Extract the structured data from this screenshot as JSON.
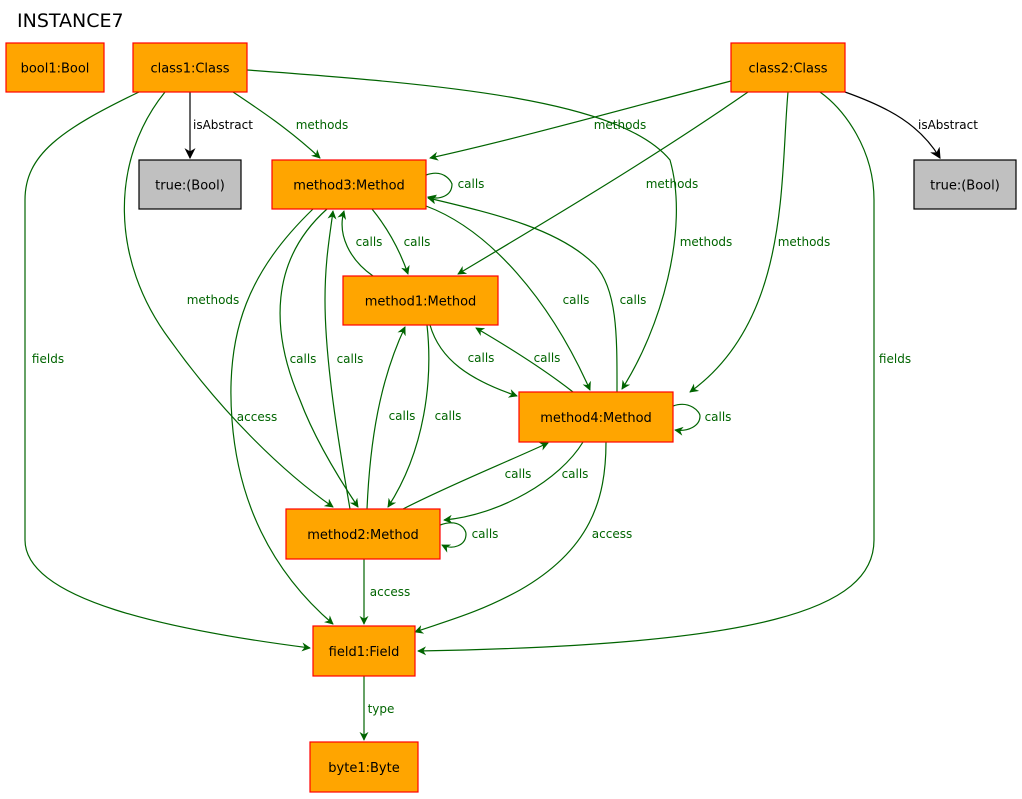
{
  "title": "INSTANCE7",
  "colors": {
    "object_fill": "#ffa500",
    "object_stroke": "#ff0000",
    "value_fill": "#c0c0c0",
    "value_stroke": "#000000",
    "edge": "#006400",
    "edge_black": "#000000"
  },
  "nodes": [
    {
      "id": "bool1",
      "label": "bool1:Bool",
      "kind": "object"
    },
    {
      "id": "class1",
      "label": "class1:Class",
      "kind": "object"
    },
    {
      "id": "class2",
      "label": "class2:Class",
      "kind": "object"
    },
    {
      "id": "true1",
      "label": "true:(Bool)",
      "kind": "value"
    },
    {
      "id": "true2",
      "label": "true:(Bool)",
      "kind": "value"
    },
    {
      "id": "method3",
      "label": "method3:Method",
      "kind": "object"
    },
    {
      "id": "method1",
      "label": "method1:Method",
      "kind": "object"
    },
    {
      "id": "method4",
      "label": "method4:Method",
      "kind": "object"
    },
    {
      "id": "method2",
      "label": "method2:Method",
      "kind": "object"
    },
    {
      "id": "field1",
      "label": "field1:Field",
      "kind": "object"
    },
    {
      "id": "byte1",
      "label": "byte1:Byte",
      "kind": "object"
    }
  ],
  "edges": [
    {
      "id": "e1",
      "from": "class1",
      "to": "true1",
      "label": "isAbstract",
      "color": "black"
    },
    {
      "id": "e2",
      "from": "class2",
      "to": "true2",
      "label": "isAbstract",
      "color": "black"
    },
    {
      "id": "e3",
      "from": "class1",
      "to": "method3",
      "label": "methods"
    },
    {
      "id": "e4",
      "from": "class2",
      "to": "method3",
      "label": "methods"
    },
    {
      "id": "e5",
      "from": "class2",
      "to": "method1",
      "label": "methods"
    },
    {
      "id": "e6",
      "from": "class1",
      "to": "method4",
      "label": "methods"
    },
    {
      "id": "e7",
      "from": "class2",
      "to": "method4",
      "label": "methods"
    },
    {
      "id": "e8",
      "from": "class1",
      "to": "method2",
      "label": "methods"
    },
    {
      "id": "e9",
      "from": "class1",
      "to": "field1",
      "label": "fields"
    },
    {
      "id": "e10",
      "from": "class2",
      "to": "field1",
      "label": "fields"
    },
    {
      "id": "e11",
      "from": "method3",
      "to": "method3",
      "label": "calls"
    },
    {
      "id": "e12",
      "from": "method1",
      "to": "method3",
      "label": "calls"
    },
    {
      "id": "e13",
      "from": "method3",
      "to": "method1",
      "label": "calls"
    },
    {
      "id": "e14",
      "from": "method3",
      "to": "method4",
      "label": "calls"
    },
    {
      "id": "e15",
      "from": "method4",
      "to": "method3",
      "label": "calls"
    },
    {
      "id": "e16",
      "from": "method1",
      "to": "method4",
      "label": "calls"
    },
    {
      "id": "e17",
      "from": "method4",
      "to": "method1",
      "label": "calls"
    },
    {
      "id": "e18",
      "from": "method4",
      "to": "method4",
      "label": "calls"
    },
    {
      "id": "e19",
      "from": "method2",
      "to": "method3",
      "label": "calls"
    },
    {
      "id": "e20",
      "from": "method3",
      "to": "method2",
      "label": "calls"
    },
    {
      "id": "e21",
      "from": "method2",
      "to": "method1",
      "label": "calls"
    },
    {
      "id": "e22",
      "from": "method1",
      "to": "method2",
      "label": "calls"
    },
    {
      "id": "e23",
      "from": "method2",
      "to": "method4",
      "label": "calls"
    },
    {
      "id": "e24",
      "from": "method4",
      "to": "method2",
      "label": "calls"
    },
    {
      "id": "e25",
      "from": "method2",
      "to": "method2",
      "label": "calls"
    },
    {
      "id": "e26",
      "from": "method3",
      "to": "field1",
      "label": "access"
    },
    {
      "id": "e27",
      "from": "method2",
      "to": "field1",
      "label": "access"
    },
    {
      "id": "e28",
      "from": "method4",
      "to": "field1",
      "label": "access"
    },
    {
      "id": "e29",
      "from": "field1",
      "to": "byte1",
      "label": "type"
    }
  ]
}
